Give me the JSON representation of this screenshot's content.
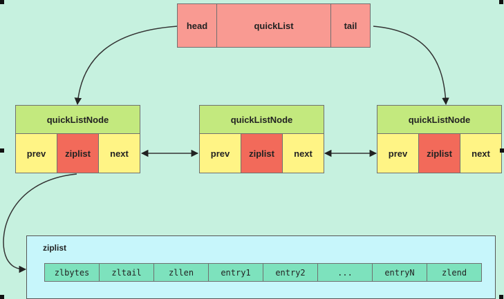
{
  "quicklist": {
    "head": "head",
    "title": "quickList",
    "tail": "tail"
  },
  "nodes": [
    {
      "title": "quickListNode",
      "prev": "prev",
      "ziplist": "ziplist",
      "next": "next"
    },
    {
      "title": "quickListNode",
      "prev": "prev",
      "ziplist": "ziplist",
      "next": "next"
    },
    {
      "title": "quickListNode",
      "prev": "prev",
      "ziplist": "ziplist",
      "next": "next"
    }
  ],
  "ziplist": {
    "title": "ziplist",
    "entries": [
      "zlbytes",
      "zltail",
      "zllen",
      "entry1",
      "entry2",
      "...",
      "entryN",
      "zlend"
    ]
  },
  "colors": {
    "quicklist": "#f99a92",
    "node_title": "#c3e97e",
    "pointer": "#fff485",
    "ziplist_pointer": "#f26a5a",
    "ziplist_panel": "#c7f6fb",
    "entry": "#7de2bd",
    "background": "#c6f1df"
  }
}
